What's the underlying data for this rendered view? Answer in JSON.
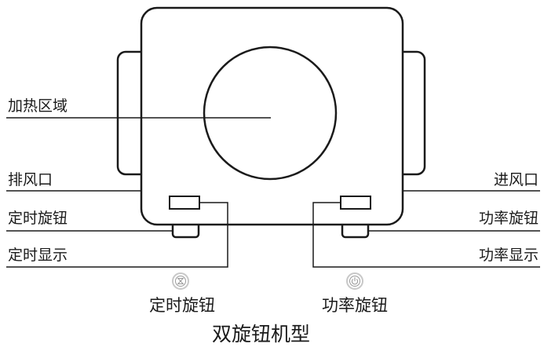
{
  "labels": {
    "heating_area": "加热区域",
    "exhaust_vent": "排风口",
    "timer_knob": "定时旋钮",
    "timer_display": "定时显示",
    "air_intake": "进风口",
    "power_knob": "功率旋钮",
    "power_display": "功率显示"
  },
  "icons": {
    "timer_icon": "hourglass-icon",
    "power_icon": "power-icon"
  },
  "captions": {
    "timer_knob": "定时旋钮",
    "power_knob": "功率旋钮"
  },
  "title": "双旋钮机型",
  "colors": {
    "stroke": "#1a1a1a",
    "icon_ring": "#c8c8c8",
    "icon_glyph": "#9a9a9a"
  }
}
